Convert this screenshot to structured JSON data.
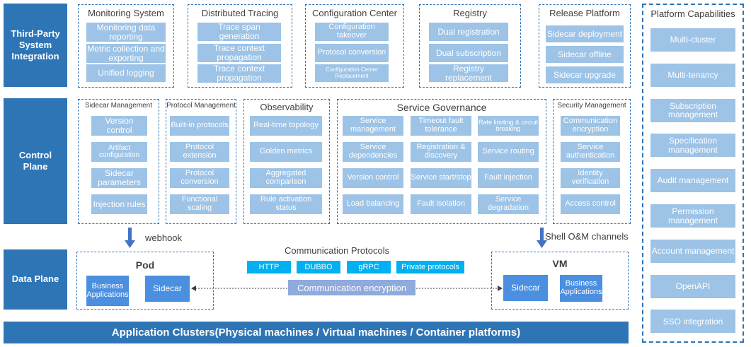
{
  "layers": {
    "third_party": "Third-Party System Integration",
    "control_plane": "Control Plane",
    "data_plane": "Data Plane"
  },
  "third_party": {
    "monitoring": {
      "title": "Monitoring System",
      "items": [
        "Monitoring data reporting",
        "Metric collection and exporting",
        "Unified logging"
      ]
    },
    "tracing": {
      "title": "Distributed Tracing",
      "items": [
        "Trace span generation",
        "Trace context propagation",
        "Trace context propagation"
      ]
    },
    "config": {
      "title": "Configuration Center",
      "items": [
        "Configuration takeover",
        "Protocol conversion",
        "Configuration Center Replacement"
      ]
    },
    "registry": {
      "title": "Registry",
      "items": [
        "Dual registration",
        "Dual subscription",
        "Registry replacement"
      ]
    },
    "release": {
      "title": "Release Platform",
      "items": [
        "Sidecar deployment",
        "Sidecar offline",
        "Sidecar upgrade"
      ]
    }
  },
  "control": {
    "sidecar_mgmt": {
      "title": "Sidecar Management",
      "items": [
        "Version control",
        "Artifact configuration",
        "Sidecar parameters",
        "Injection rules"
      ]
    },
    "protocol_mgmt": {
      "title": "Protocol Management",
      "items": [
        "Built-in protocols",
        "Protocol extension",
        "Protocol conversion",
        "Functional scaling"
      ]
    },
    "observability": {
      "title": "Observability",
      "items": [
        "Real-time topology",
        "Golden metrics",
        "Aggregated comparison",
        "Rule activation status"
      ]
    },
    "governance": {
      "title": "Service Governance",
      "items": [
        "Service management",
        "Timeout fault tolerance",
        "Rate limiting & circuit breaking",
        "Service dependencies",
        "Registration & discovery",
        "Service routing",
        "Version control",
        "Service start/stop",
        "Fault injection",
        "Load balancing",
        "Fault isolation",
        "Service degradation"
      ]
    },
    "security": {
      "title": "Security Management",
      "items": [
        "Communication encryption",
        "Service authentication",
        "Identity verification",
        "Access control"
      ]
    }
  },
  "capabilities": {
    "title": "Platform Capabilities",
    "items": [
      "Multi-cluster",
      "Multi-tenancy",
      "Subscription management",
      "Specification management",
      "Audit management",
      "Permission management",
      "Account management",
      "OpenAPI",
      "SSO integration"
    ]
  },
  "data_plane": {
    "webhook": "webhook",
    "shell": "Shell O&M channels",
    "comm_title": "Communication Protocols",
    "protocols": [
      "HTTP",
      "DUBBO",
      "gRPC",
      "Private protocols"
    ],
    "encryption": "Communication encryption",
    "pod": {
      "title": "Pod",
      "app": "Business Applications",
      "sidecar": "Sidecar"
    },
    "vm": {
      "title": "VM",
      "app": "Business Applications",
      "sidecar": "Sidecar"
    }
  },
  "footer": "Application Clusters(Physical machines / Virtual machines / Container platforms)",
  "colors": {
    "dark_blue": "#2e75b6",
    "chip": "#9dc3e6",
    "protocol": "#00b0f0",
    "sidecar": "#4a8fe0",
    "encryption": "#8faadc"
  }
}
